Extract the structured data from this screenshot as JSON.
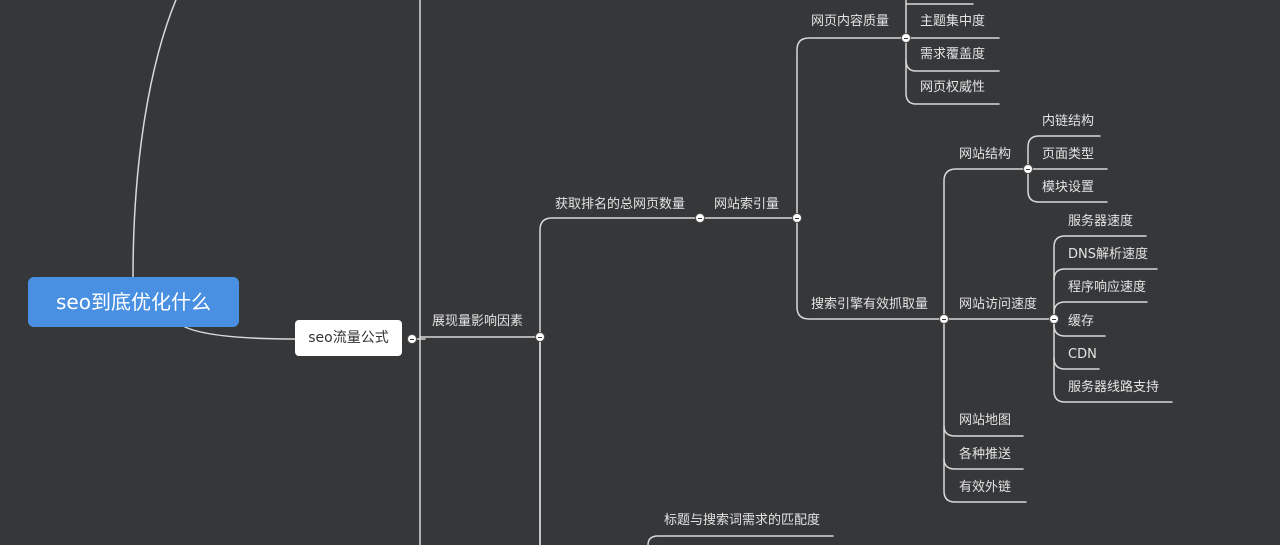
{
  "root": {
    "label": "seo到底优化什么"
  },
  "formula": {
    "label": "seo流量公式"
  },
  "exposure": {
    "label": "展现量影响因素"
  },
  "total_pages": {
    "label": "获取排名的总网页数量"
  },
  "index_volume": {
    "label": "网站索引量"
  },
  "content_quality": {
    "label": "网页内容质量",
    "children": [
      "主题集中度",
      "需求覆盖度",
      "网页权威性"
    ]
  },
  "crawl_volume": {
    "label": "搜索引擎有效抓取量"
  },
  "site_structure": {
    "label": "网站结构",
    "children": [
      "内链结构",
      "页面类型",
      "模块设置"
    ]
  },
  "access_speed": {
    "label": "网站访问速度",
    "children": [
      "服务器速度",
      "DNS解析速度",
      "程序响应速度",
      "缓存",
      "CDN",
      "服务器线路支持"
    ]
  },
  "other_crawl": {
    "children": [
      "网站地图",
      "各种推送",
      "有效外链"
    ]
  },
  "title_match": {
    "label": "标题与搜索词需求的匹配度"
  },
  "colors": {
    "background": "#353739",
    "root_fill": "#4a90e2",
    "line": "#d9d9d9",
    "text": "#e3e3e3"
  }
}
